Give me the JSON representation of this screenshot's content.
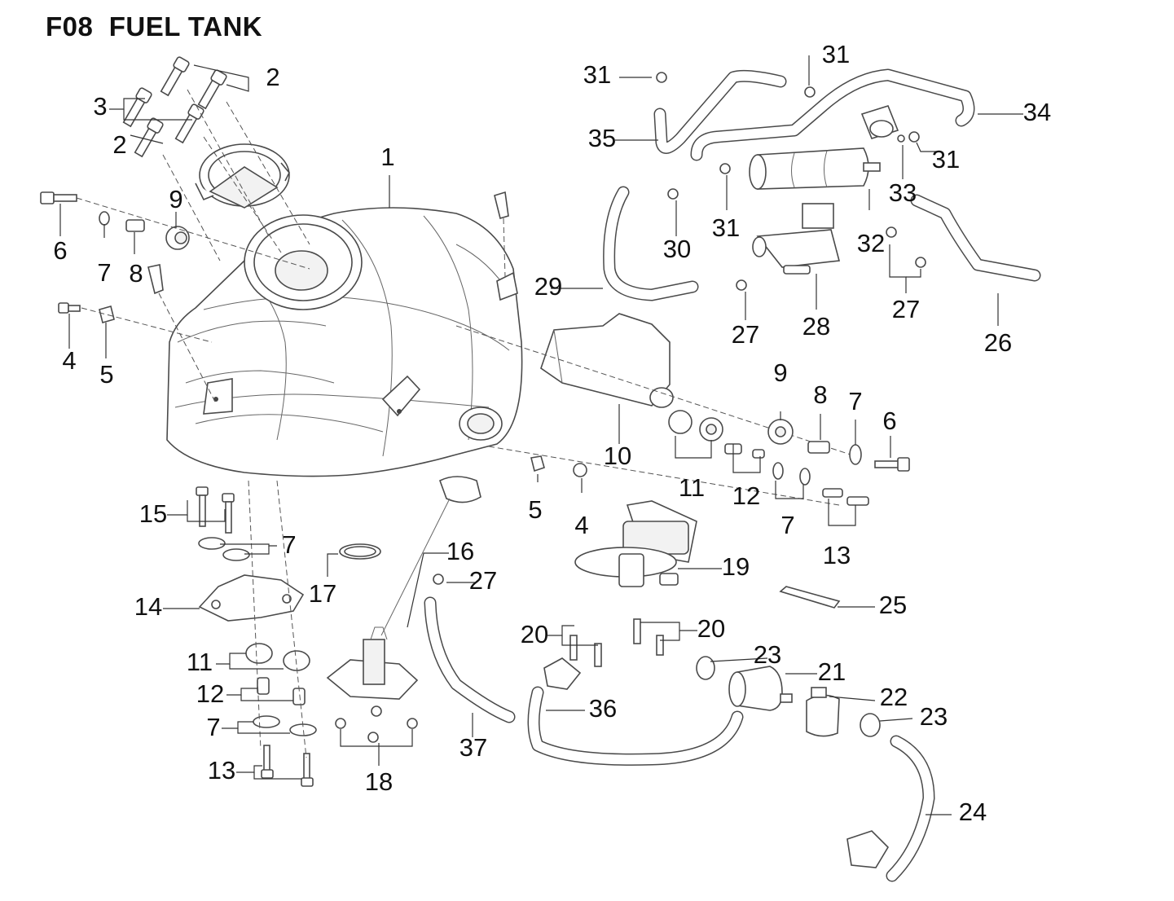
{
  "title": "F08  FUEL TANK",
  "callouts": [
    {
      "id": "c1",
      "text": "1"
    },
    {
      "id": "c2a",
      "text": "2"
    },
    {
      "id": "c2b",
      "text": "2"
    },
    {
      "id": "c3",
      "text": "3"
    },
    {
      "id": "c4a",
      "text": "4"
    },
    {
      "id": "c4b",
      "text": "4"
    },
    {
      "id": "c5a",
      "text": "5"
    },
    {
      "id": "c5b",
      "text": "5"
    },
    {
      "id": "c6a",
      "text": "6"
    },
    {
      "id": "c6b",
      "text": "6"
    },
    {
      "id": "c7a",
      "text": "7"
    },
    {
      "id": "c7b",
      "text": "7"
    },
    {
      "id": "c7c",
      "text": "7"
    },
    {
      "id": "c7d",
      "text": "7"
    },
    {
      "id": "c7e",
      "text": "7"
    },
    {
      "id": "c8a",
      "text": "8"
    },
    {
      "id": "c8b",
      "text": "8"
    },
    {
      "id": "c9a",
      "text": "9"
    },
    {
      "id": "c9b",
      "text": "9"
    },
    {
      "id": "c10",
      "text": "10"
    },
    {
      "id": "c11a",
      "text": "11"
    },
    {
      "id": "c11b",
      "text": "11"
    },
    {
      "id": "c12a",
      "text": "12"
    },
    {
      "id": "c12b",
      "text": "12"
    },
    {
      "id": "c13a",
      "text": "13"
    },
    {
      "id": "c13b",
      "text": "13"
    },
    {
      "id": "c14",
      "text": "14"
    },
    {
      "id": "c15",
      "text": "15"
    },
    {
      "id": "c16",
      "text": "16"
    },
    {
      "id": "c17",
      "text": "17"
    },
    {
      "id": "c18",
      "text": "18"
    },
    {
      "id": "c19",
      "text": "19"
    },
    {
      "id": "c20a",
      "text": "20"
    },
    {
      "id": "c20b",
      "text": "20"
    },
    {
      "id": "c21",
      "text": "21"
    },
    {
      "id": "c22",
      "text": "22"
    },
    {
      "id": "c23a",
      "text": "23"
    },
    {
      "id": "c23b",
      "text": "23"
    },
    {
      "id": "c24",
      "text": "24"
    },
    {
      "id": "c25",
      "text": "25"
    },
    {
      "id": "c26",
      "text": "26"
    },
    {
      "id": "c27a",
      "text": "27"
    },
    {
      "id": "c27b",
      "text": "27"
    },
    {
      "id": "c27c",
      "text": "27"
    },
    {
      "id": "c28",
      "text": "28"
    },
    {
      "id": "c29",
      "text": "29"
    },
    {
      "id": "c30",
      "text": "30"
    },
    {
      "id": "c31a",
      "text": "31"
    },
    {
      "id": "c31b",
      "text": "31"
    },
    {
      "id": "c31c",
      "text": "31"
    },
    {
      "id": "c31d",
      "text": "31"
    },
    {
      "id": "c32",
      "text": "32"
    },
    {
      "id": "c33",
      "text": "33"
    },
    {
      "id": "c34",
      "text": "34"
    },
    {
      "id": "c35",
      "text": "35"
    },
    {
      "id": "c36",
      "text": "36"
    },
    {
      "id": "c37",
      "text": "37"
    }
  ]
}
